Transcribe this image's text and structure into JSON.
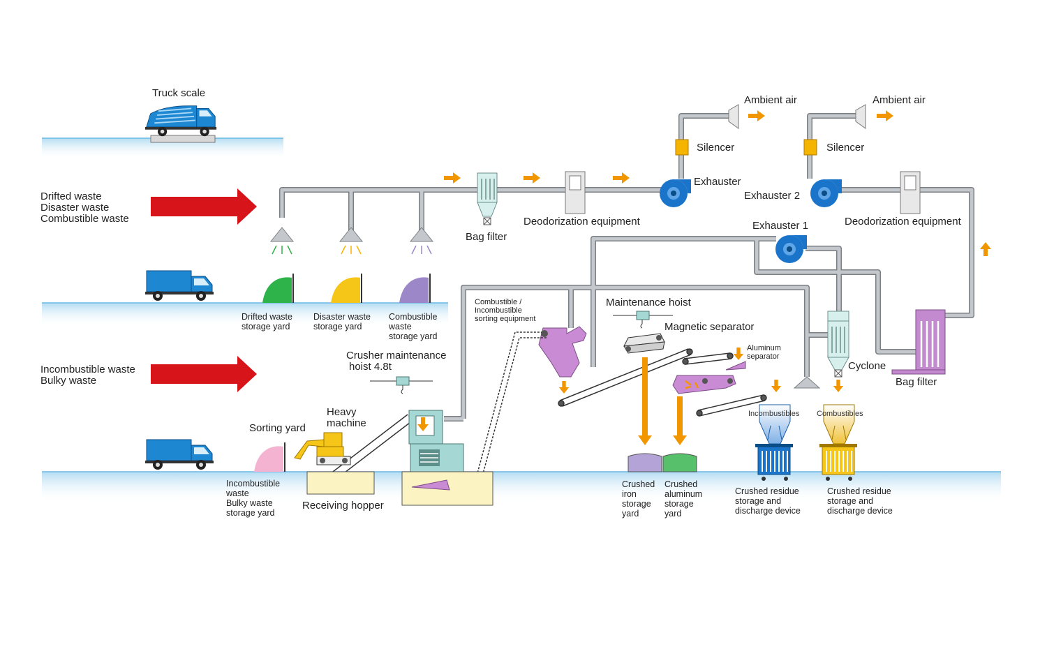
{
  "labels": {
    "truck_scale": "Truck scale",
    "drifted_waste": "Drifted waste",
    "disaster_waste": "Disaster waste",
    "combustible_waste": "Combustible waste",
    "incombustible_waste": "Incombustible waste",
    "bulky_waste": "Bulky waste",
    "bag_filter": "Bag filter",
    "deodorization_equipment": "Deodorization equipment",
    "exhauster": "Exhauster",
    "silencer": "Silencer",
    "ambient_air": "Ambient air",
    "exhauster_2": "Exhauster 2",
    "exhauster_1": "Exhauster 1",
    "drifted_yard": [
      "Drifted waste",
      "storage yard"
    ],
    "disaster_yard": [
      "Disaster waste",
      "storage yard"
    ],
    "combustible_yard": [
      "Combustible",
      "waste",
      "storage yard"
    ],
    "sorting_equipment": [
      "Combustible /",
      "Incombustible",
      "sorting equipment"
    ],
    "maintenance_hoist": "Maintenance hoist",
    "magnetic_separator": "Magnetic separator",
    "aluminum_separator": [
      "Aluminum",
      "separator"
    ],
    "crusher_hoist": [
      "Crusher maintenance",
      "hoist  4.8t"
    ],
    "cyclone": "Cyclone",
    "bag_filter_2": "Bag filter",
    "heavy_machine": [
      "Heavy",
      "machine"
    ],
    "sorting_yard": "Sorting yard",
    "incombustibles": "Incombustibles",
    "combustibles": "Combustibles",
    "incombustible_yard": [
      "Incombustible",
      "waste",
      "Bulky waste",
      "storage yard"
    ],
    "receiving_hopper": "Receiving hopper",
    "iron_yard": [
      "Crushed",
      "iron",
      "storage",
      "yard"
    ],
    "aluminum_yard": [
      "Crushed",
      "aluminum",
      "storage",
      "yard"
    ],
    "residue_device_1": [
      "Crushed residue",
      "storage and",
      "discharge device"
    ],
    "residue_device_2": [
      "Crushed residue",
      "storage and",
      "discharge device"
    ]
  },
  "colors": {
    "duct": "#c4c8cc",
    "duct_edge": "#7a7f84",
    "ground": "#cce7f6",
    "red_arrow": "#d7141a",
    "orange_arrow": "#f29600",
    "truck_blue": "#1e87d2",
    "drifted_pile": "#2db34a",
    "disaster_pile": "#f5c518",
    "combustible_pile": "#9c87c8",
    "sorting_pile": "#f5b3d2",
    "sorter_purple": "#c98bd3",
    "bag_filter_purple": "#c48ad0",
    "exhauster_blue": "#1a74c9",
    "silencer_orange": "#f5b400",
    "iron_bin": "#b3a3d6",
    "aluminum_bin": "#56c06a",
    "incombustible_hopper": "#a9c8ec",
    "combustible_hopper": "#f3cf61"
  }
}
